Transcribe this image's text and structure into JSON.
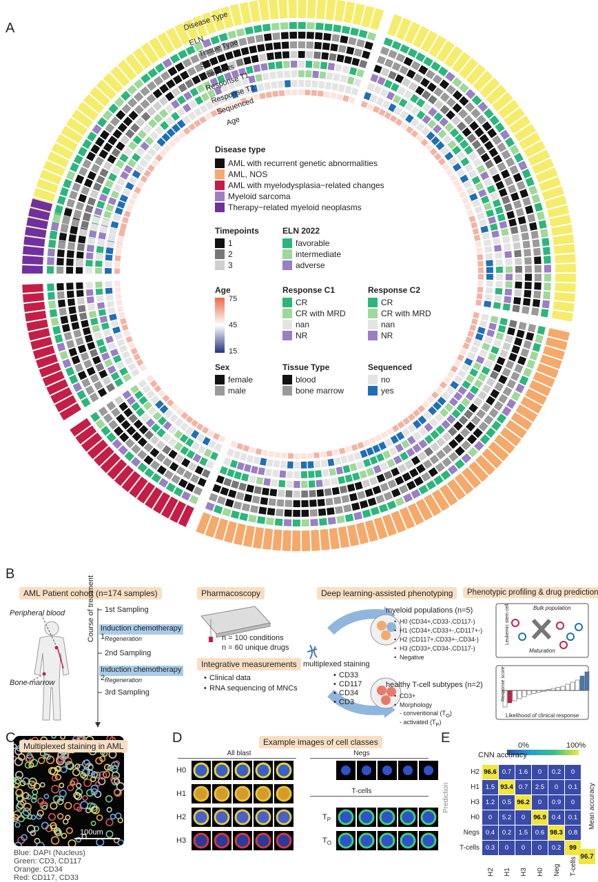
{
  "panels": {
    "a": "A",
    "b": "B",
    "c": "C",
    "d": "D",
    "e": "E"
  },
  "ring_labels": [
    "Disease Type",
    "ELN",
    "Tissue Type",
    "Sex",
    "Timepoints",
    "Response T1",
    "Response T2",
    "Sequenced",
    "Age"
  ],
  "colors": {
    "disease_recurrent": "#111111",
    "disease_nos": "#f5a96b",
    "disease_mrc": "#c41e47",
    "disease_sarcoma": "#9b7fc4",
    "disease_therapy": "#7030a0",
    "seq_cohort": "#f5ec6b",
    "eln_favorable": "#2db67c",
    "eln_intermediate": "#9fd89a",
    "eln_adverse": "#9b7fc4",
    "tp1": "#111111",
    "tp2": "#777777",
    "tp3": "#cfcfcf",
    "sex_female": "#111111",
    "sex_male": "#9a9a9a",
    "tissue_blood": "#111111",
    "tissue_bm": "#9a9a9a",
    "resp_cr": "#2db67c",
    "resp_crmrd": "#9fd89a",
    "resp_nan": "#e4e4e4",
    "resp_nr": "#9b7fc4",
    "seq_no": "#e4e4e4",
    "seq_yes": "#1f6fb5",
    "accent": "#f8dfc4",
    "blue_box": "#a9cbe8"
  },
  "legend": {
    "disease": {
      "title": "Disease type",
      "items": [
        "AML with recurrent genetic abnormalities",
        "AML, NOS",
        "AML with myelodysplasia−related changes",
        "Myeloid sarcoma",
        "Therapy−related myeloid neoplasms"
      ]
    },
    "timepoints": {
      "title": "Timepoints",
      "items": [
        "1",
        "2",
        "3"
      ]
    },
    "eln": {
      "title": "ELN 2022",
      "items": [
        "favorable",
        "intermediate",
        "adverse"
      ]
    },
    "age": {
      "title": "Age",
      "ticks": [
        "75",
        "45",
        "15"
      ]
    },
    "response_c1": {
      "title": "Response C1",
      "items": [
        "CR",
        "CR with MRD",
        "nan",
        "NR"
      ]
    },
    "response_c2": {
      "title": "Response C2",
      "items": [
        "CR",
        "CR with MRD",
        "nan",
        "NR"
      ]
    },
    "sex": {
      "title": "Sex",
      "items": [
        "female",
        "male"
      ]
    },
    "tissue": {
      "title": "Tissue Type",
      "items": [
        "blood",
        "bone marrow"
      ]
    },
    "sequenced": {
      "title": "Sequenced",
      "items": [
        "no",
        "yes"
      ]
    }
  },
  "panel_b": {
    "cohort_title": "AML Patient cohort (n=174 samples)",
    "peripheral_blood": "Peripheral blood",
    "bone_marrow": "Bone marrow",
    "course": "Course of treatment",
    "sampling1": "1st Sampling",
    "induction1": "Induction chemotherapy 1",
    "regen1": "Regeneration",
    "sampling2": "2nd Sampling",
    "induction2": "Induction chemotherapy 2",
    "regen2": "Regeneration",
    "sampling3": "3rd Sampling",
    "pharmacoscopy": "Pharmacoscopy",
    "conditions": "n = 100 conditions",
    "drugs": "n = 60 unique drugs",
    "integrative": "Integrative measurements",
    "integ_items": [
      "Clinical data",
      "RNA sequencing of MNCs"
    ],
    "deep_title": "Deep learning-assisted phenotyping",
    "multiplexed": "multiplexed staining",
    "markers": [
      "CD33",
      "CD117",
      "CD34",
      "CD3"
    ],
    "myeloid_title": "myeloid populations (n=5)",
    "myeloid_items": [
      "H0 (CD34+,CD33-,CD117-)",
      "H1 (CD34+,CD33+-,CD117+-)",
      "H2 (CD117+,CD33+-,CD34-)",
      "H3 (CD33+,CD34-,CD117-)",
      "Negative"
    ],
    "tcell_title": "healthy T-cell subtypes (n=2)",
    "tcell_items": [
      "CD3+",
      "Morphology"
    ],
    "tcell_sub1": "- conventional (T",
    "tcell_sub1_sub": "O",
    "tcell_sub2": "- activated (T",
    "tcell_sub2_sub": "P",
    "profiling_title": "Phenotypic profiling & drug predictions",
    "bulk": "Bulk population",
    "leukemic": "Leukemic stem cell",
    "maturation": "Maturation",
    "response_score": "Response score",
    "likelihood": "Likelihood of clinical response"
  },
  "panel_c": {
    "title": "Multiplexed staining in AML",
    "scale": "100um",
    "caption": [
      "Blue: DAPI (Nucleus)",
      "Green: CD3, CD117",
      "Orange: CD34",
      "Red: CD117, CD33"
    ]
  },
  "panel_d": {
    "title": "Example images of cell classes",
    "all_blast": "All blast",
    "negs": "Negs",
    "tcells": "T-cells",
    "rows": [
      "H0",
      "H1",
      "H2",
      "H3"
    ],
    "t_rows": [
      "T",
      "T"
    ],
    "t_subs": [
      "P",
      "O"
    ]
  },
  "panel_e": {
    "title": "CNN accuracy",
    "scale_min": "0%",
    "scale_max": "100%",
    "ylabel": "Prediction",
    "mean_label": "Mean accuracy",
    "mean_value": "96.7",
    "rows": [
      "H2",
      "H1",
      "H3",
      "H0",
      "Negs",
      "T-cells"
    ],
    "cols": [
      "H2",
      "H1",
      "H3",
      "H0",
      "Neg",
      "T-cells"
    ],
    "values": [
      [
        "96.6",
        "0.7",
        "1.6",
        "0",
        "0.2",
        "0"
      ],
      [
        "1.5",
        "93.4",
        "0.7",
        "2.5",
        "0",
        "0.1"
      ],
      [
        "1.2",
        "0.5",
        "96.2",
        "0",
        "0.9",
        "0"
      ],
      [
        "0",
        "5.2",
        "0",
        "96.9",
        "0.4",
        "0.1"
      ],
      [
        "0.4",
        "0.2",
        "1.5",
        "0.6",
        "98.3",
        "0.8"
      ],
      [
        "0.3",
        "0",
        "0",
        "0",
        "0.2",
        "99"
      ]
    ]
  }
}
